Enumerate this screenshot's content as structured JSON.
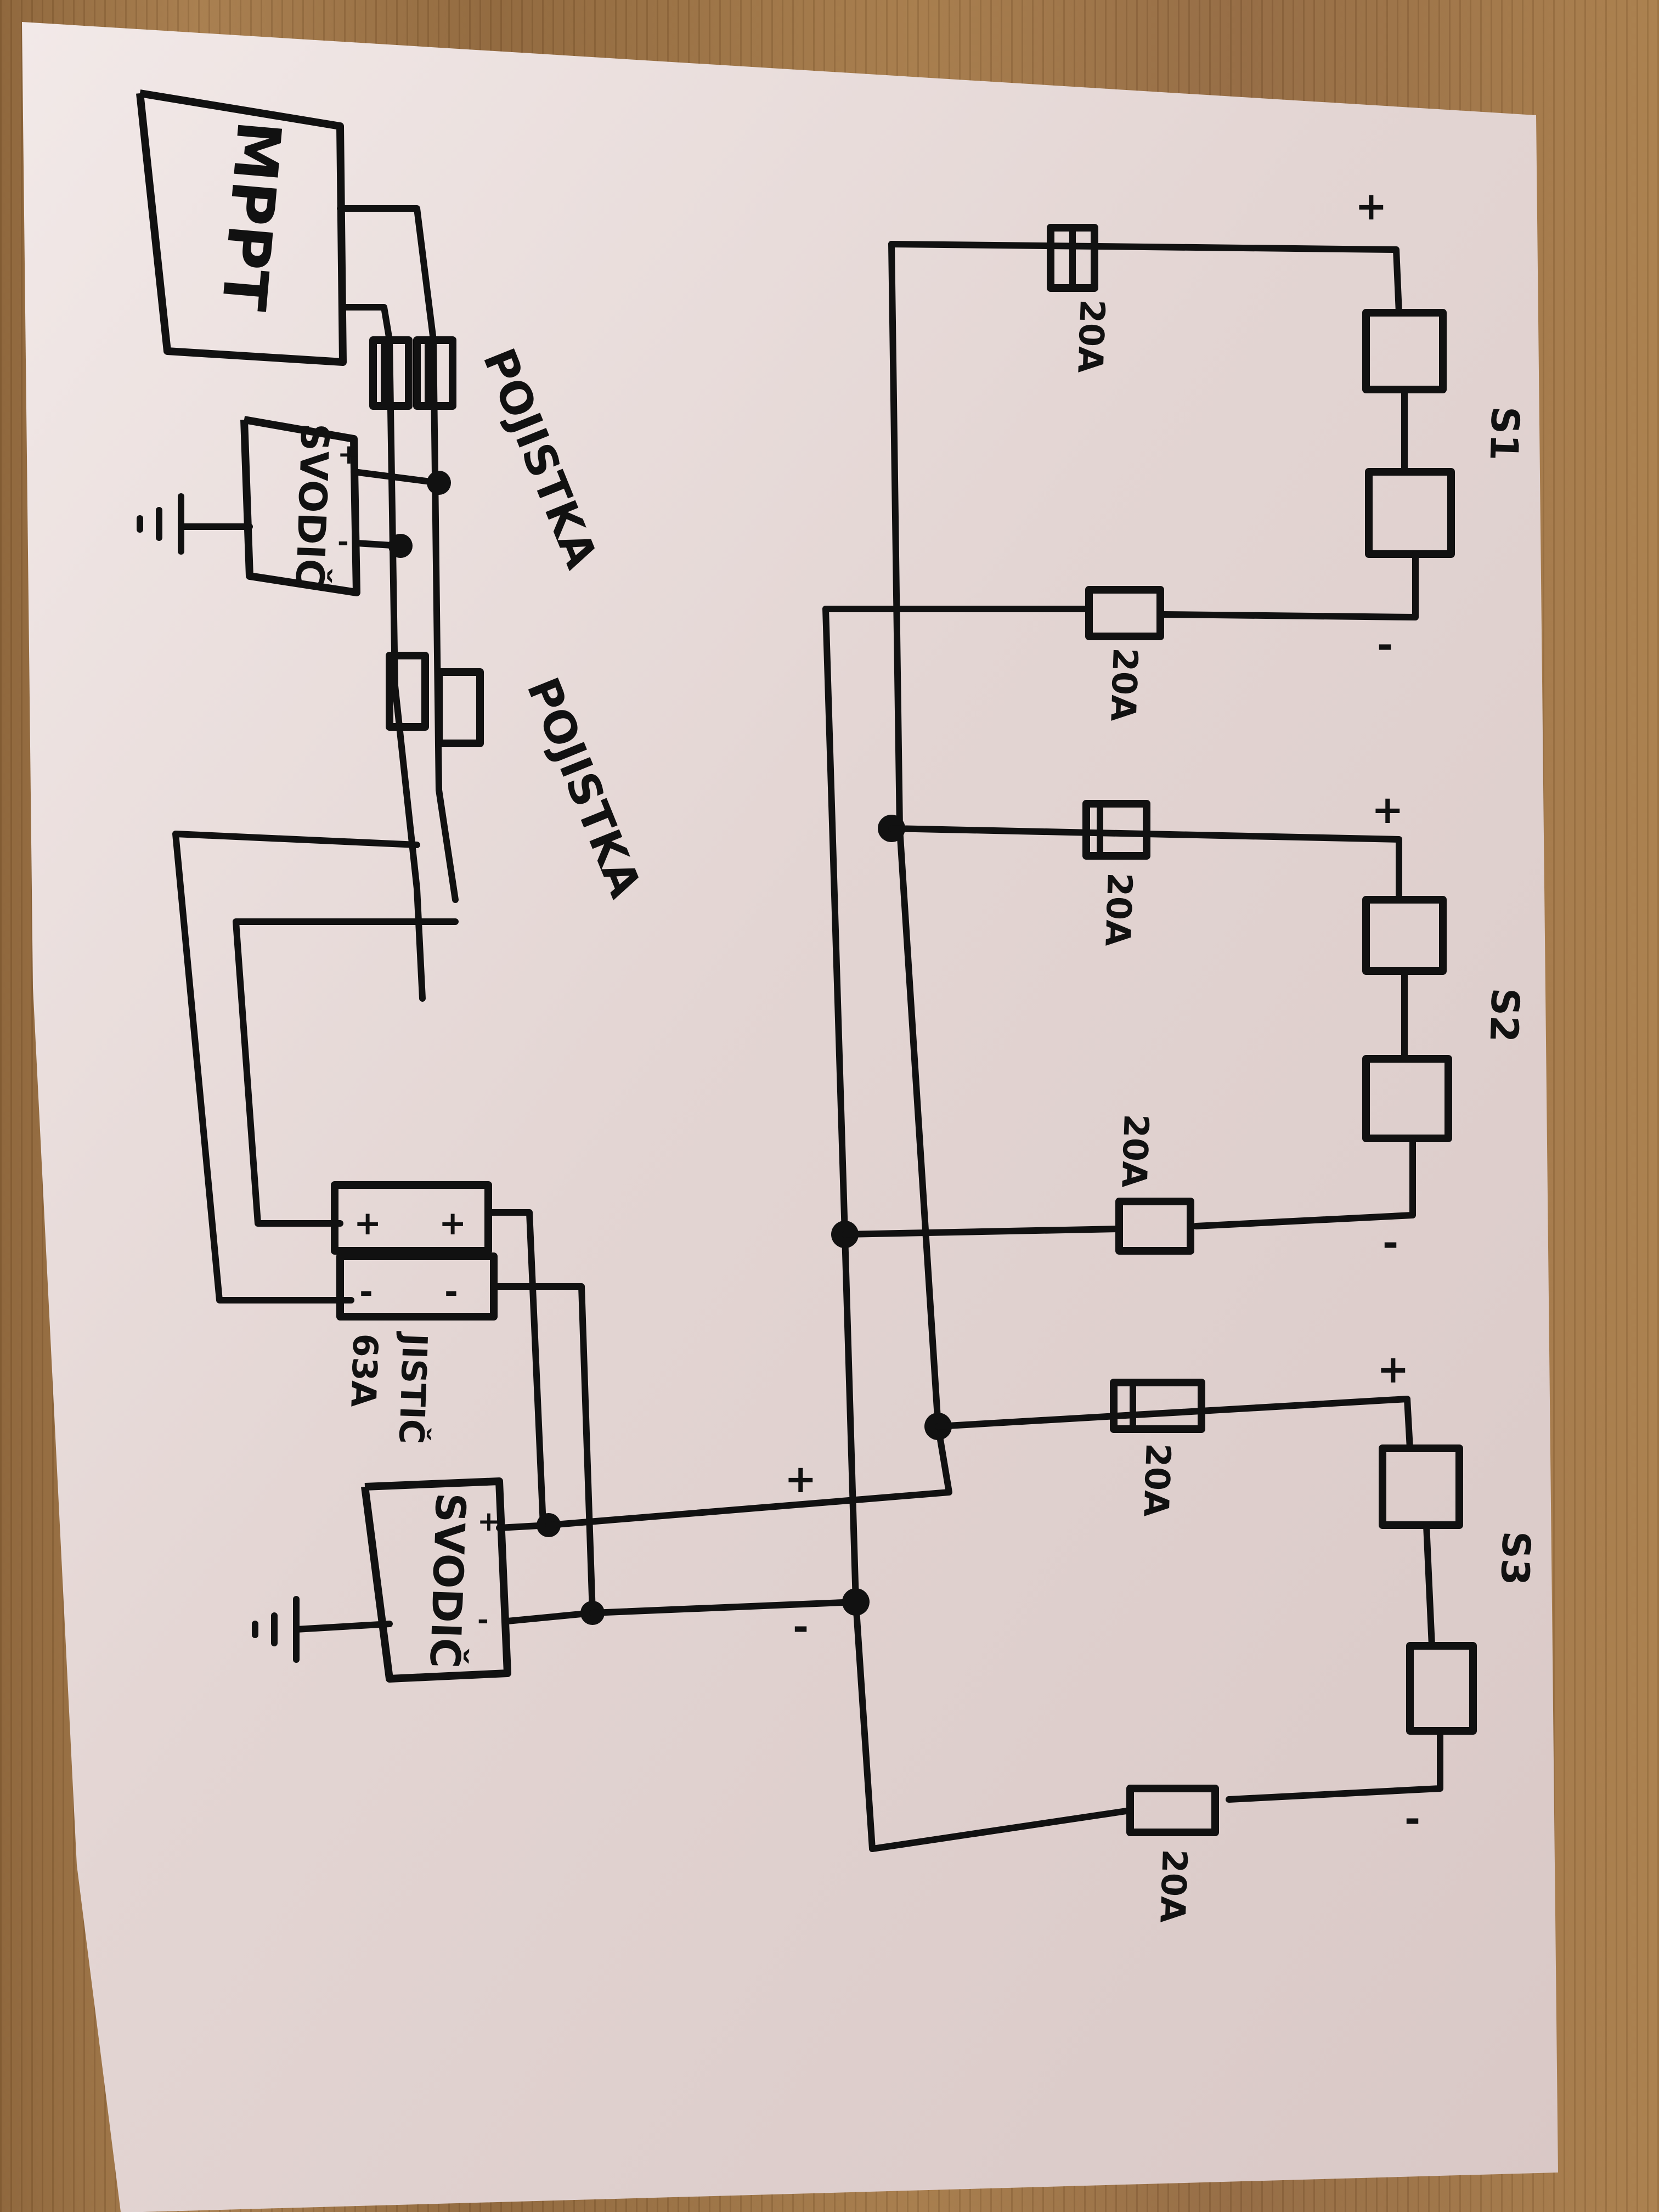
{
  "diagram": {
    "title": "Solar PV wiring schematic (hand-drawn)",
    "strings": [
      {
        "name": "S1",
        "plus": "+",
        "minus": "-",
        "fuse_plus": "20A",
        "fuse_minus": "20A",
        "panels": 2
      },
      {
        "name": "S2",
        "plus": "+",
        "minus": "-",
        "fuse_plus": "20A",
        "fuse_minus": "20A",
        "panels": 2
      },
      {
        "name": "S3",
        "plus": "+",
        "minus": "-",
        "fuse_plus": "20A",
        "fuse_minus": "20A",
        "panels": 2
      }
    ],
    "components": {
      "mppt": "MPPT",
      "fuse_holder_1": "POJISTKA",
      "fuse_holder_2": "POJISTKA",
      "surge_arrester_top": "SVODIČ",
      "surge_arrester_bottom": "SVODIČ",
      "breaker_name": "JISTIČ",
      "breaker_rating": "63A",
      "breaker_plus": "+",
      "breaker_minus": "-",
      "arrester_plus": "+",
      "arrester_minus": "-"
    },
    "bus": {
      "plus": "+",
      "minus": "-"
    },
    "colors": {
      "ink": "#111111",
      "paper": "#e9dcd9",
      "wood": "#9c7244"
    }
  }
}
